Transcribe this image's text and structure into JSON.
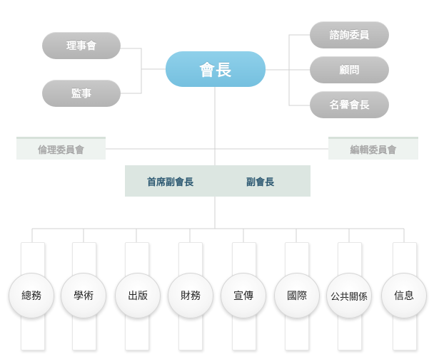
{
  "president": "會長",
  "left_roles": [
    {
      "label": "理事會"
    },
    {
      "label": "監事"
    }
  ],
  "right_roles": [
    {
      "label": "諮詢委員"
    },
    {
      "label": "顧問"
    },
    {
      "label": "名譽會長"
    }
  ],
  "side_committees": {
    "left": "倫理委員會",
    "right": "編輯委員會"
  },
  "vice_presidents": {
    "first": "首席副會長",
    "second": "副會長"
  },
  "departments": [
    {
      "label": "總務"
    },
    {
      "label": "學術"
    },
    {
      "label": "出版"
    },
    {
      "label": "財務"
    },
    {
      "label": "宣傳"
    },
    {
      "label": "國際"
    },
    {
      "label": "公共關係"
    },
    {
      "label": "信息"
    }
  ],
  "colors": {
    "president_fill": "#7fc6e4",
    "role_fill": "#bfbfbf",
    "vp_bar_fill": "#dce6e1",
    "vp_text": "#2c5871",
    "line": "#d0d0d0"
  }
}
